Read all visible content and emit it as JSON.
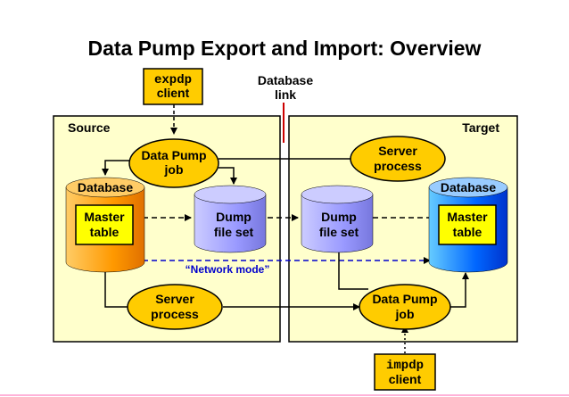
{
  "title": "Data Pump Export and Import: Overview",
  "expdp_client": {
    "line1": "expdp",
    "line2": "client"
  },
  "impdp_client": {
    "line1": "impdp",
    "line2": "client"
  },
  "database_link": {
    "line1": "Database",
    "line2": "link"
  },
  "source": {
    "label": "Source",
    "job": {
      "line1": "Data Pump",
      "line2": "job"
    },
    "database": {
      "label": "Database",
      "master_line1": "Master",
      "master_line2": "table"
    },
    "dump": {
      "line1": "Dump",
      "line2": "file set"
    },
    "server": {
      "line1": "Server",
      "line2": "process"
    }
  },
  "target": {
    "label": "Target",
    "server": {
      "line1": "Server",
      "line2": "process"
    },
    "database": {
      "label": "Database",
      "master_line1": "Master",
      "master_line2": "table"
    },
    "dump": {
      "line1": "Dump",
      "line2": "file set"
    },
    "job": {
      "line1": "Data Pump",
      "line2": "job"
    }
  },
  "network_mode": "“Network mode”",
  "colors": {
    "panel_fill": "#ffffcc",
    "client_fill": "#ffcc00",
    "ellipse_fill": "#ffcc00",
    "source_db": "#ff9900",
    "target_db": "#0066ff",
    "dump_fill": "#9999ff",
    "master_fill": "#ffff00",
    "network_line": "#0000cc",
    "db_link_line": "#cc0000"
  }
}
